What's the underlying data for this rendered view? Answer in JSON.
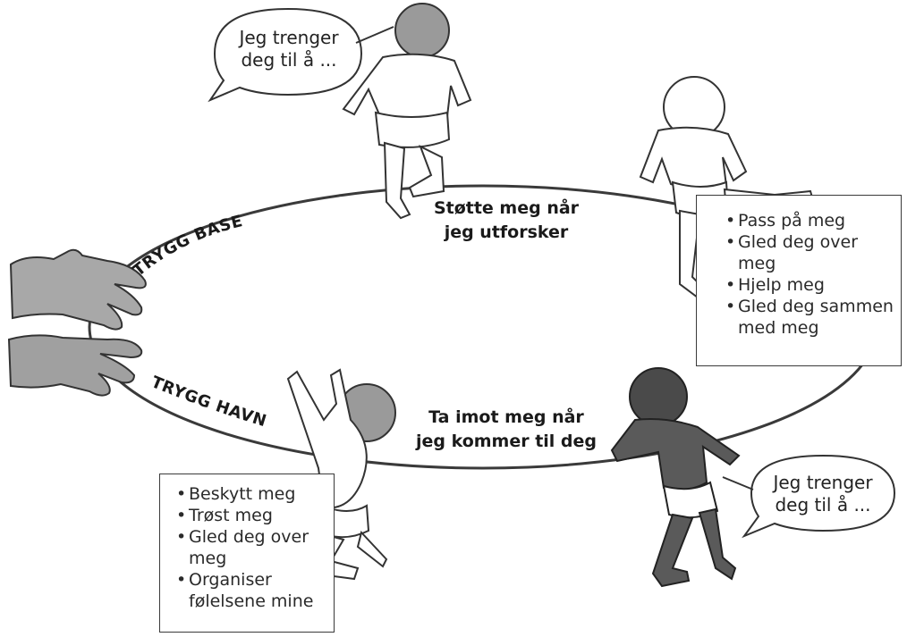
{
  "bubbles": {
    "top_left": [
      "Jeg trenger",
      "deg til å ..."
    ],
    "bottom_right": [
      "Jeg trenger",
      "deg til å ..."
    ]
  },
  "circle_labels": {
    "base": "TRYGG BASE",
    "havn": "TRYGG HAVN"
  },
  "top_center": [
    "Støtte meg når",
    "jeg utforsker"
  ],
  "bottom_center": [
    "Ta imot meg når",
    "jeg kommer til deg"
  ],
  "right_box": {
    "items": [
      "Pass på meg",
      "Gled deg over meg",
      "Hjelp meg",
      "Gled deg sammen med meg"
    ]
  },
  "left_box": {
    "items": [
      "Beskytt meg",
      "Trøst meg",
      "Gled deg over meg",
      "Organiser følelsene mine"
    ]
  },
  "colors": {
    "light_child": "#ffffff",
    "dark_child": "#5a5a5a",
    "hands": "#9a9a9a"
  }
}
